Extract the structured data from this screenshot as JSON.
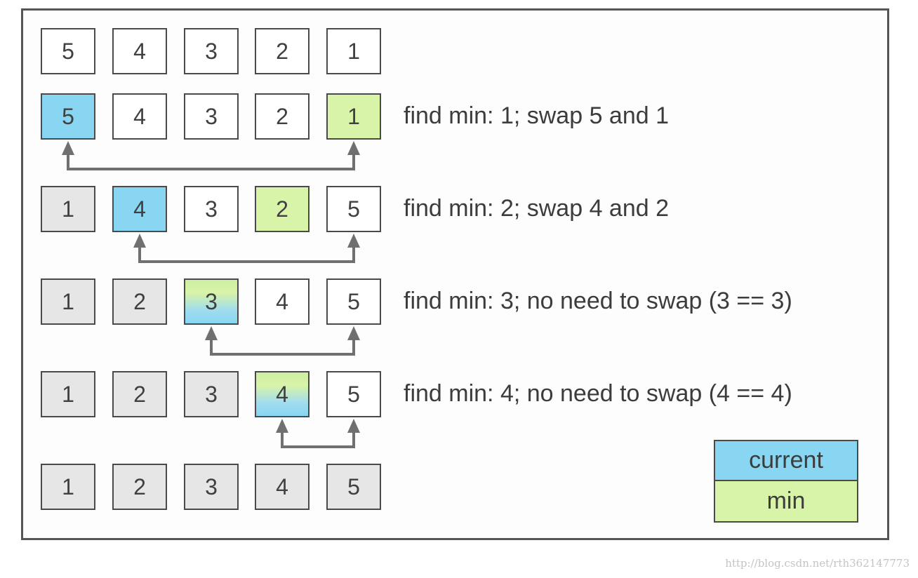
{
  "rows": [
    {
      "cells": [
        {
          "value": "5",
          "state": "white"
        },
        {
          "value": "4",
          "state": "white"
        },
        {
          "value": "3",
          "state": "white"
        },
        {
          "value": "2",
          "state": "white"
        },
        {
          "value": "1",
          "state": "white"
        }
      ],
      "description": ""
    },
    {
      "cells": [
        {
          "value": "5",
          "state": "current"
        },
        {
          "value": "4",
          "state": "white"
        },
        {
          "value": "3",
          "state": "white"
        },
        {
          "value": "2",
          "state": "white"
        },
        {
          "value": "1",
          "state": "min"
        }
      ],
      "description": "find min: 1; swap 5 and 1",
      "swap": [
        0,
        4
      ]
    },
    {
      "cells": [
        {
          "value": "1",
          "state": "sorted"
        },
        {
          "value": "4",
          "state": "current"
        },
        {
          "value": "3",
          "state": "white"
        },
        {
          "value": "2",
          "state": "min"
        },
        {
          "value": "5",
          "state": "white"
        }
      ],
      "description": "find min: 2; swap 4 and 2",
      "swap": [
        1,
        4
      ]
    },
    {
      "cells": [
        {
          "value": "1",
          "state": "sorted"
        },
        {
          "value": "2",
          "state": "sorted"
        },
        {
          "value": "3",
          "state": "both"
        },
        {
          "value": "4",
          "state": "white"
        },
        {
          "value": "5",
          "state": "white"
        }
      ],
      "description": "find min: 3; no need to swap (3 == 3)",
      "swap": [
        2,
        4
      ]
    },
    {
      "cells": [
        {
          "value": "1",
          "state": "sorted"
        },
        {
          "value": "2",
          "state": "sorted"
        },
        {
          "value": "3",
          "state": "sorted"
        },
        {
          "value": "4",
          "state": "both"
        },
        {
          "value": "5",
          "state": "white"
        }
      ],
      "description": "find min: 4; no need to swap (4 == 4)",
      "swap": [
        3,
        4
      ]
    },
    {
      "cells": [
        {
          "value": "1",
          "state": "sorted"
        },
        {
          "value": "2",
          "state": "sorted"
        },
        {
          "value": "3",
          "state": "sorted"
        },
        {
          "value": "4",
          "state": "sorted"
        },
        {
          "value": "5",
          "state": "sorted"
        }
      ],
      "description": ""
    }
  ],
  "legend": {
    "current_label": "current",
    "min_label": "min"
  },
  "colors": {
    "current": "#88d6f2",
    "min": "#d8f4a8",
    "sorted": "#e6e6e6",
    "arrow": "#707070"
  },
  "watermark": "http://blog.csdn.net/rth362147773"
}
